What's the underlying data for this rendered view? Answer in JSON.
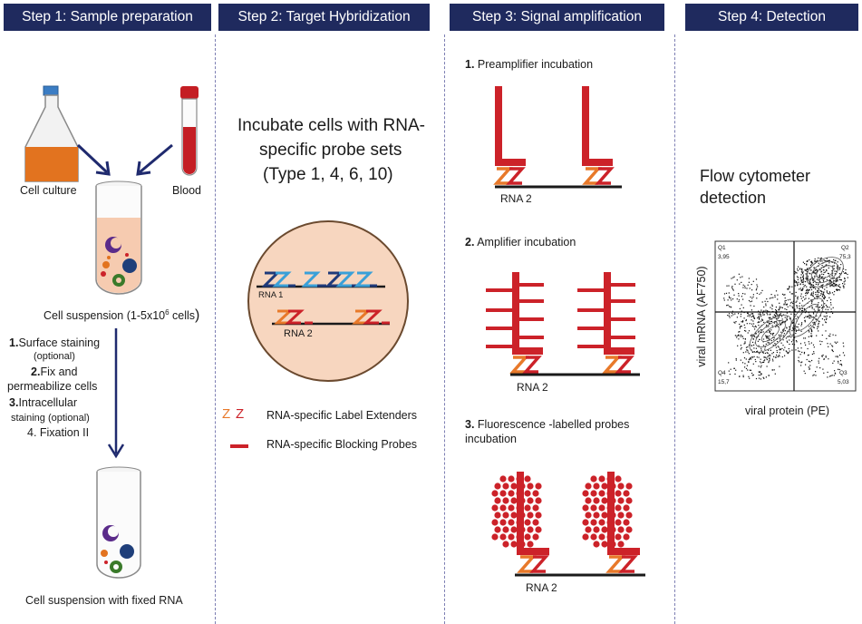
{
  "steps": {
    "s1": "Step 1: Sample preparation",
    "s2": "Step 2: Target Hybridization",
    "s3": "Step 3: Signal amplification",
    "s4": "Step 4: Detection"
  },
  "step1": {
    "cell_culture": "Cell culture",
    "blood": "Blood",
    "suspension_main": "Cell suspension (1-5x10",
    "suspension_sup": "6",
    "suspension_end": " cells",
    "suspension_paren": ")",
    "proc1a": "1.",
    "proc1b": "Surface staining",
    "proc1c": "(optional)",
    "proc2a": "2.",
    "proc2b": "Fix and",
    "proc2c": "permeabilize cells",
    "proc3a": "3.",
    "proc3b": "Intracellular",
    "proc3c": "staining (optional)",
    "proc4": "4. Fixation II",
    "fixed": "Cell suspension with fixed RNA"
  },
  "step2": {
    "incubate_l1": "Incubate cells with RNA-",
    "incubate_l2": "specific probe sets",
    "incubate_l3": "(Type 1, 4, 6, 10)",
    "rna1": "RNA 1",
    "rna2": "RNA 2",
    "legend_le": "RNA-specific Label Extenders",
    "legend_bp": "RNA-specific Blocking Probes"
  },
  "step3": {
    "p1_num": "1.",
    "p1_text": " Preamplifier incubation",
    "p2_num": "2.",
    "p2_text": " Amplifier incubation",
    "p3_num": "3.",
    "p3_l1": " Fluorescence -labelled probes",
    "p3_l2": "incubation",
    "rna2a": "RNA 2",
    "rna2b": "RNA 2",
    "rna2c": "RNA 2"
  },
  "step4": {
    "flow_l1": "Flow cytometer",
    "flow_l2": "detection",
    "ylabel": "viral mRNA (AF750)",
    "xlabel": "viral protein (PE)",
    "q1": "Q1",
    "q1v": "3,95",
    "q2": "Q2",
    "q2v": "75,3",
    "q3": "Q3",
    "q3v": "5,03",
    "q4": "Q4",
    "q4v": "15,7"
  },
  "colors": {
    "header_bg": "#1f2a5e",
    "probe_red": "#cc2229",
    "probe_orange": "#e8792a",
    "probe_blue": "#3aa0d8",
    "probe_navy": "#1f3a7a",
    "circle_fill": "#f7d6bf",
    "arrow": "#1f2a6e"
  }
}
